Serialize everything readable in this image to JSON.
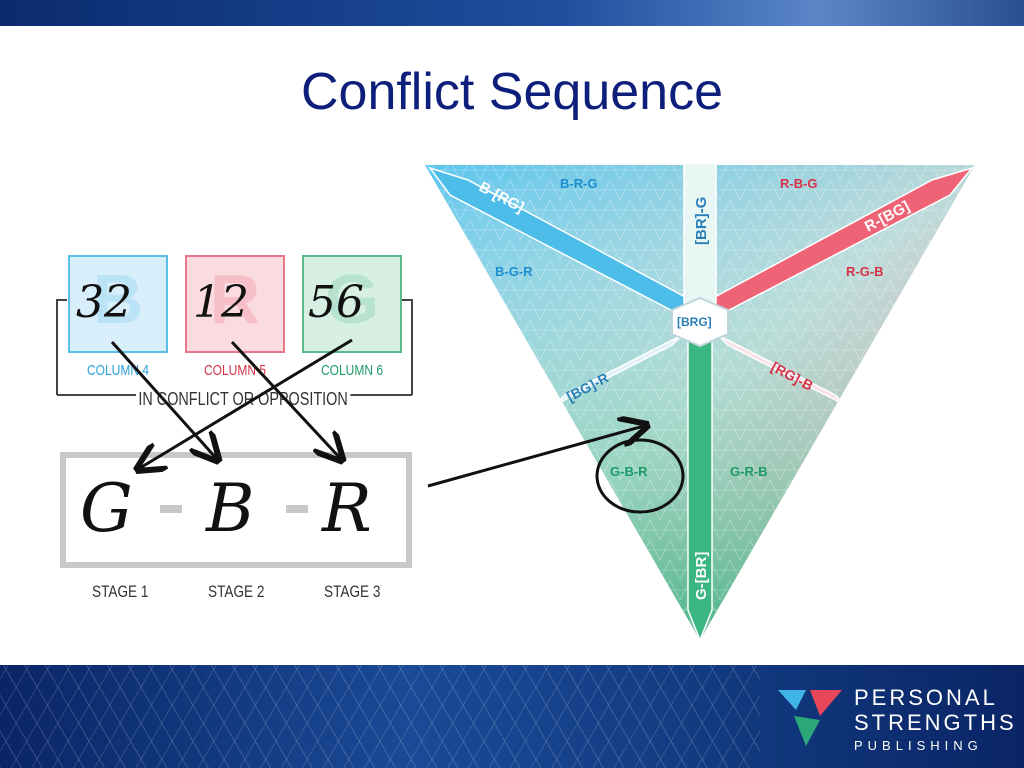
{
  "title": "Conflict Sequence",
  "scores": [
    {
      "value": "32",
      "column": "COLUMN 4",
      "ghost": "B"
    },
    {
      "value": "12",
      "column": "COLUMN 5",
      "ghost": "R"
    },
    {
      "value": "56",
      "column": "COLUMN 6",
      "ghost": "G"
    }
  ],
  "conflict_label": "IN CONFLICT OR OPPOSITION",
  "sequence": [
    "G",
    "B",
    "R"
  ],
  "stages": [
    "STAGE 1",
    "STAGE 2",
    "STAGE 3"
  ],
  "triangle_labels": {
    "brg_top": "B-R-G",
    "rbg": "R-B-G",
    "bgr": "B-G-R",
    "rgb": "R-G-B",
    "gbr": "G-B-R",
    "grb": "G-R-B",
    "center": "[BRG]",
    "arrow_b": "B-[RG]",
    "arrow_r": "R-[BG]",
    "arrow_g": "G-[BR]",
    "br_g": "[BR]-G",
    "bg_r": "[BG]-R",
    "rg_b": "[RG]-B"
  },
  "brand": {
    "line1": "PERSONAL",
    "line2": "STRENGTHS",
    "line3": "PUBLISHING"
  },
  "colors": {
    "title": "#0d1f7a",
    "blue": "#3fb4e6",
    "red": "#e8475a",
    "green": "#2aa878",
    "box_border": "#c8c8c8"
  }
}
